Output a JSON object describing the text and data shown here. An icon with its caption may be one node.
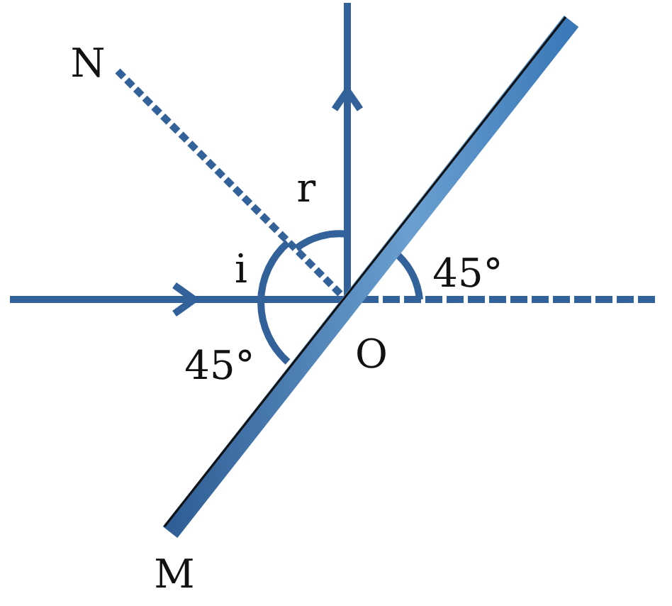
{
  "diagram": {
    "labels": [
      "N",
      "r",
      "i",
      "45°",
      "O",
      "45°",
      "M"
    ]
  }
}
